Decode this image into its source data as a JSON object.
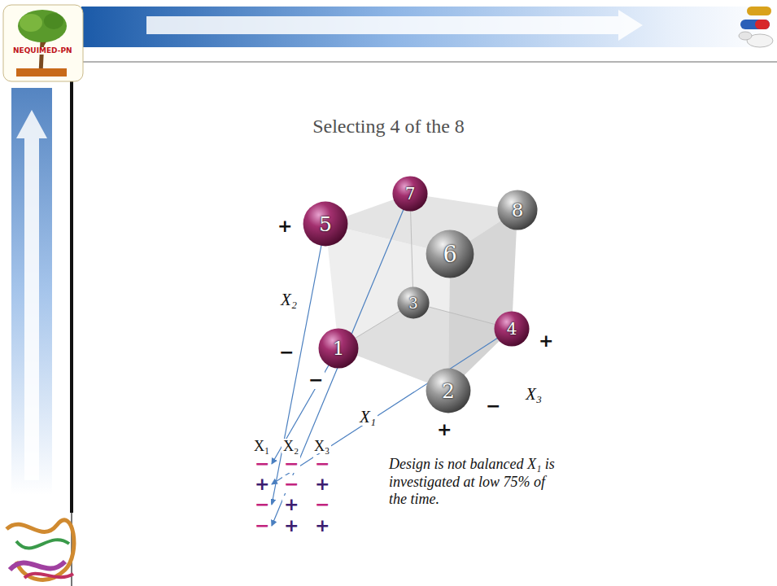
{
  "diagram": {
    "title": "Selecting 4 of the 8",
    "nodes": [
      {
        "text": [
          "1"
        ]
      },
      {
        "text": [
          "2"
        ]
      },
      {
        "text": [
          "3"
        ]
      },
      {
        "text": [
          "4"
        ]
      },
      {
        "text": [
          "5"
        ]
      },
      {
        "text": [
          "6"
        ]
      },
      {
        "text": [
          "7"
        ]
      },
      {
        "text": [
          "8"
        ]
      }
    ],
    "labels": [
      "NEQUIMED-PN",
      "+",
      "X₂",
      "−",
      "−",
      "X₁",
      "+",
      "−",
      "X₃",
      "+",
      "X₁",
      "X₂",
      "X₃",
      "−",
      "−",
      "−",
      "+",
      "−",
      "+",
      "−",
      "+",
      "−",
      "−",
      "+",
      "+",
      "Design is not balanced X₁ is investigated at low 75% of the time."
    ]
  }
}
